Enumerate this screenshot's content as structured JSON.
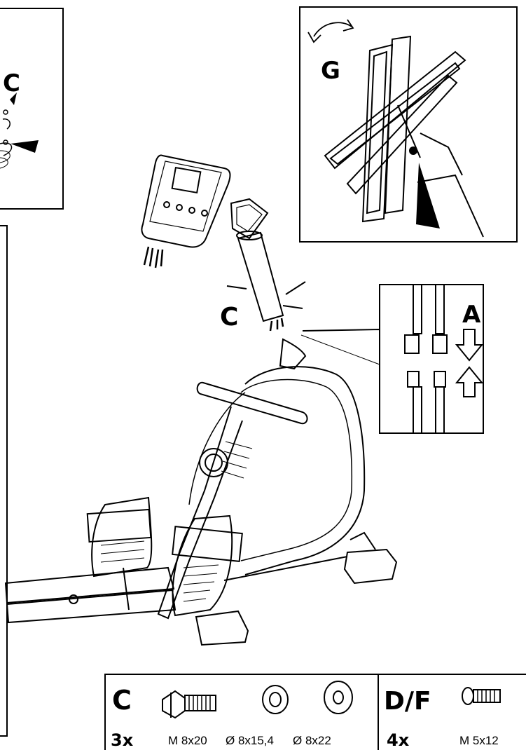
{
  "callouts": {
    "top_left_label": "C",
    "top_right_label": "G",
    "connector_detail_label": "A",
    "assembly_label": "C"
  },
  "parts_table": {
    "group_c": {
      "label": "C",
      "quantity": "3x",
      "items": [
        "M 8x20",
        "Ø 8x15,4",
        "Ø 8x22"
      ]
    },
    "group_df": {
      "label": "D/F",
      "quantity": "4x",
      "items": [
        "M 5x12"
      ]
    }
  },
  "icons": [
    "rotate-arrow-icon",
    "down-arrow-icon",
    "up-arrow-icon",
    "bolt-icon",
    "spring-washer-icon",
    "flat-washer-icon",
    "screw-icon",
    "pointer-arrow-icon"
  ]
}
